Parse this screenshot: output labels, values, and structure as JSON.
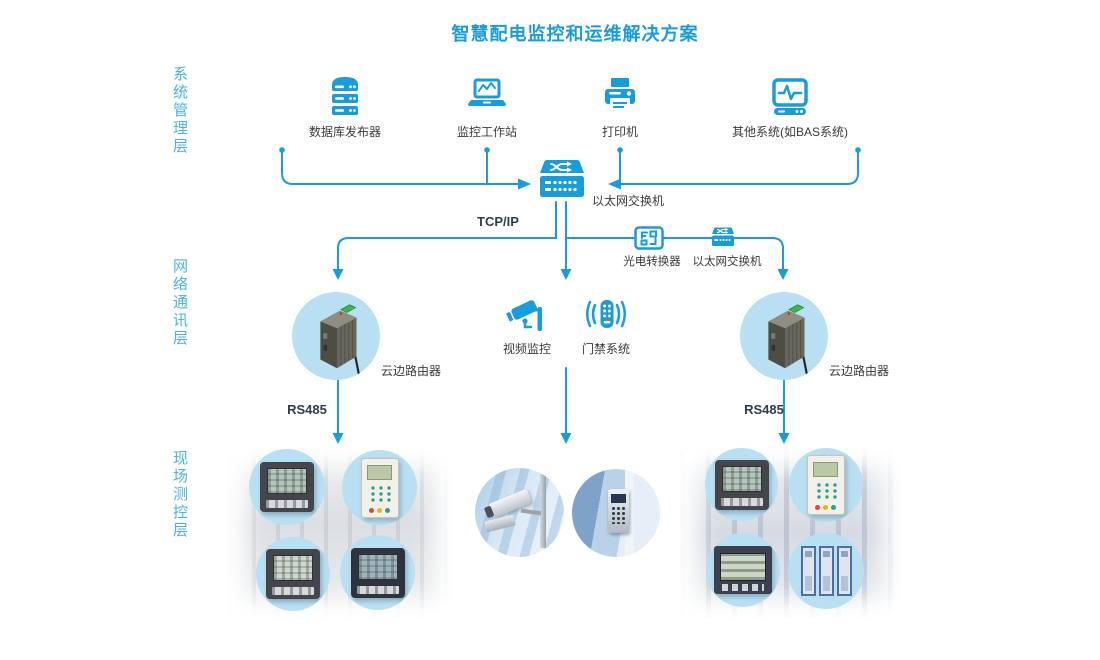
{
  "title": "智慧配电监控和运维解决方案",
  "colors": {
    "primary_blue": "#1a9cd8",
    "layer_label_blue": "#4ab3e3",
    "circle_fill": "#b9dff2",
    "label_text": "#3a3a3a"
  },
  "layers": [
    {
      "label": "系统管理层"
    },
    {
      "label": "网络通讯层"
    },
    {
      "label": "现场测控层"
    }
  ],
  "management_nodes": [
    {
      "label": "数据库发布器",
      "icon": "database-server-icon"
    },
    {
      "label": "监控工作站",
      "icon": "monitor-workstation-icon"
    },
    {
      "label": "打印机",
      "icon": "printer-icon"
    },
    {
      "label": "其他系统(如BAS系统)",
      "icon": "other-system-icon"
    }
  ],
  "core_switch": {
    "label": "以太网交换机",
    "icon": "ethernet-switch-icon"
  },
  "protocols": {
    "tcpip": "TCP/IP",
    "rs485_left": "RS485",
    "rs485_right": "RS485"
  },
  "relay_nodes": [
    {
      "label": "光电转换器",
      "icon": "fiber-converter-icon"
    },
    {
      "label": "以太网交换机",
      "icon": "ethernet-switch-icon"
    }
  ],
  "network_nodes": {
    "router_left": {
      "label": "云边路由器",
      "image": "edge-router-photo"
    },
    "video": {
      "label": "视频监控",
      "icon": "cctv-camera-icon"
    },
    "access": {
      "label": "门禁系统",
      "icon": "access-control-icon"
    },
    "router_right": {
      "label": "云边路由器",
      "image": "edge-router-photo"
    }
  },
  "field_layer": {
    "left_cluster_items": [
      "power-meter-photo",
      "protection-relay-photo",
      "power-meter-photo",
      "power-meter-photo"
    ],
    "middle_cluster_items": [
      "cctv-cameras-photo",
      "access-keypad-photo"
    ],
    "right_cluster_items": [
      "power-meter-photo",
      "protection-relay-photo",
      "power-meter-photo",
      "switchgear-cabinets-photo"
    ]
  }
}
